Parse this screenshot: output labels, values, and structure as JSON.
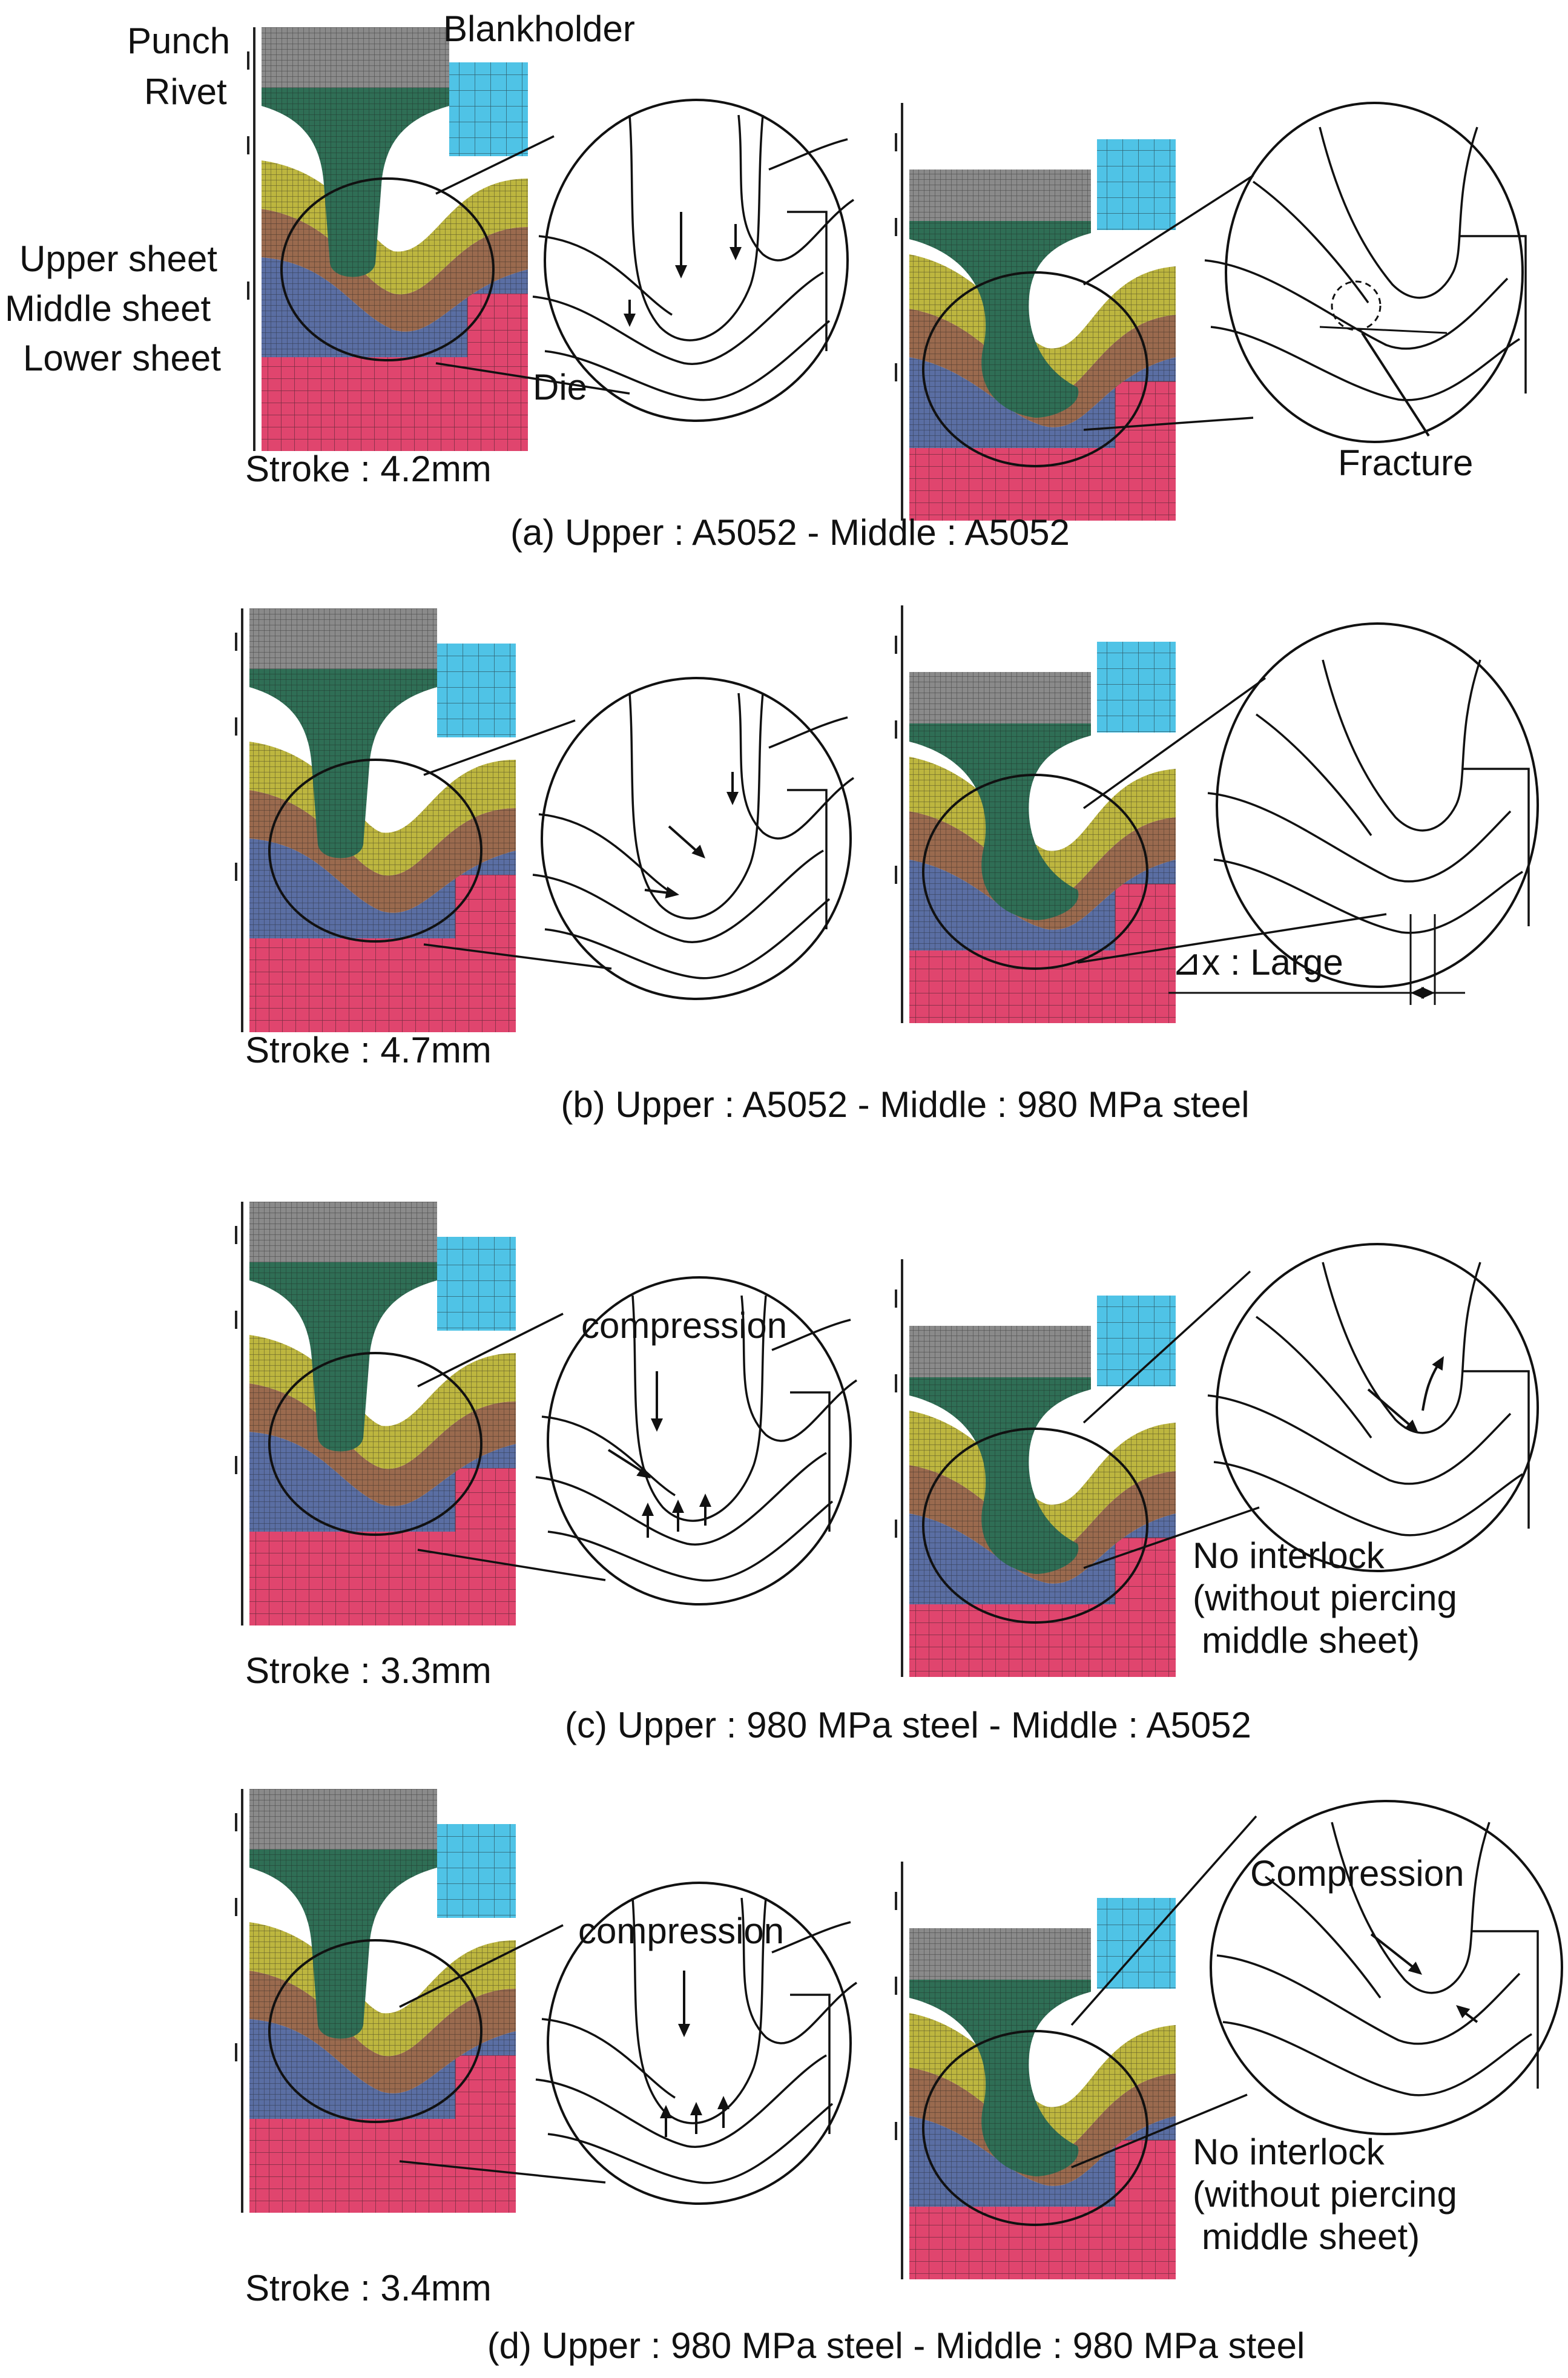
{
  "labels": {
    "punch": "Punch",
    "rivet": "Rivet",
    "blankholder": "Blankholder",
    "upper_sheet": "Upper sheet",
    "middle_sheet": "Middle sheet",
    "lower_sheet": "Lower sheet",
    "die": "Die",
    "fracture": "Fracture",
    "dx_large": "⊿x : Large"
  },
  "panels": [
    {
      "id": "a",
      "stroke": "Stroke : 4.2mm",
      "caption": "(a) Upper : A5052 - Middle : A5052",
      "left_zoom_text": "",
      "right_zoom_text": "",
      "right_note": [
        "",
        "",
        ""
      ]
    },
    {
      "id": "b",
      "stroke": "Stroke : 4.7mm",
      "caption": "(b) Upper : A5052 - Middle : 980 MPa steel",
      "left_zoom_text": "",
      "right_zoom_text": "",
      "right_note": [
        "",
        "",
        ""
      ]
    },
    {
      "id": "c",
      "stroke": "Stroke : 3.3mm",
      "caption": "(c) Upper : 980 MPa steel - Middle : A5052",
      "left_zoom_text": "compression",
      "right_zoom_text": "",
      "right_note": [
        "No interlock",
        "(without piercing",
        "middle sheet)"
      ]
    },
    {
      "id": "d",
      "stroke": "Stroke : 3.4mm",
      "caption": "(d) Upper : 980 MPa steel - Middle : 980 MPa steel",
      "left_zoom_text": "compression",
      "right_zoom_text": "Compression",
      "right_note": [
        "No interlock",
        "(without piercing",
        "middle sheet)"
      ]
    }
  ],
  "colors": {
    "punch": "#8a8a8a",
    "rivet": "#2f6e55",
    "blankholder": "#4fc3e6",
    "upper_sheet": "#bdb63f",
    "middle_sheet": "#9a6a4e",
    "lower_sheet": "#5a6ea3",
    "die": "#e0456e",
    "mesh_line": "#1a1a1a"
  }
}
